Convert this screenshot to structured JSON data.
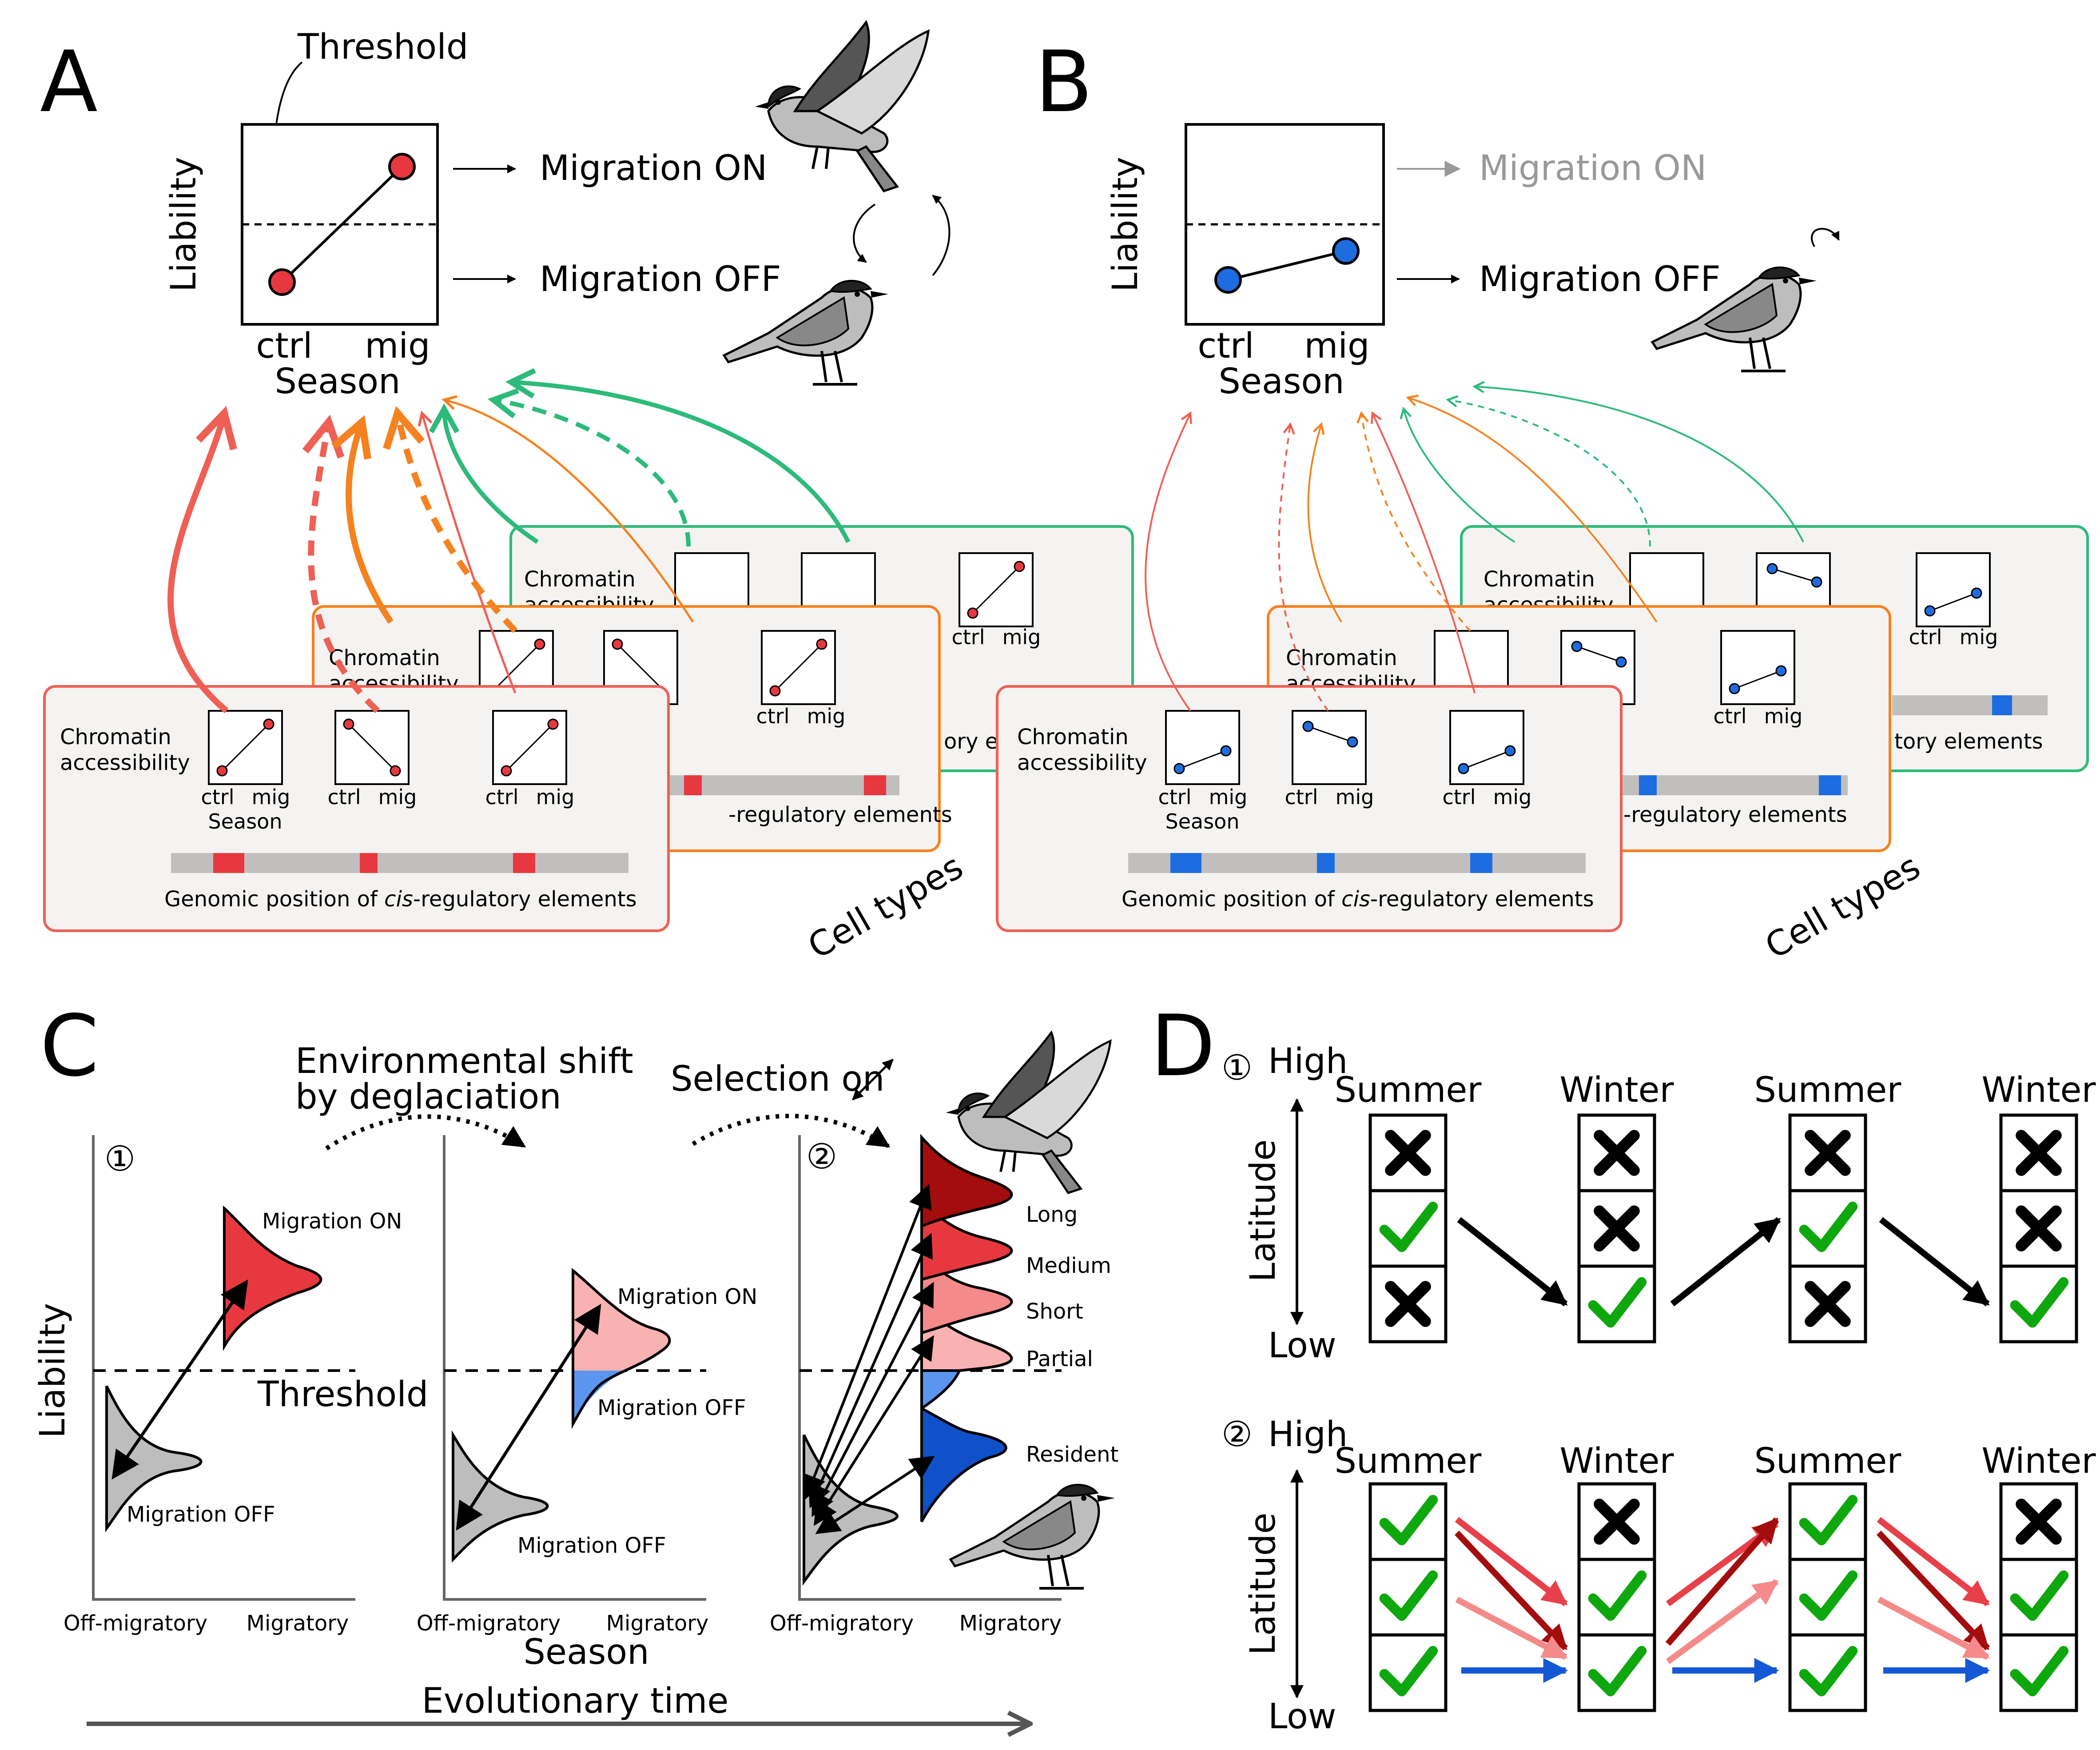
{
  "panel_a": {
    "label": "A",
    "threshold": "Threshold",
    "liability": "Liability",
    "ctrl": "ctrl",
    "mig": "mig",
    "season": "Season",
    "migration_on": "Migration ON",
    "migration_off": "Migration OFF",
    "chromatin": "Chromatin",
    "accessibility": "accessibility",
    "genomic_pre": "Genomic position of ",
    "cis": "cis",
    "genomic_post": "-regulatory elements",
    "regulatory_partial": "-regulatory elements",
    "regulatory_partial_back": "ory elements",
    "cell_types": "Cell types"
  },
  "panel_b": {
    "label": "B",
    "liability": "Liability",
    "ctrl": "ctrl",
    "mig": "mig",
    "season": "Season",
    "migration_on": "Migration ON",
    "migration_off": "Migration OFF",
    "chromatin": "Chromatin",
    "accessibility": "accessibility",
    "genomic_pre": "Genomic position of ",
    "cis": "cis",
    "genomic_post": "-regulatory elements",
    "regulatory_partial": "-regulatory elements",
    "regulatory_partial_back": "tory elements",
    "cell_types": "Cell types"
  },
  "panel_c": {
    "label": "C",
    "circle_1": "①",
    "circle_2": "②",
    "env_shift_1": "Environmental shift",
    "env_shift_2": "by deglaciation",
    "selection_on": "Selection on",
    "liability": "Liability",
    "threshold": "Threshold",
    "migration_on": "Migration ON",
    "migration_off": "Migration OFF",
    "off_migratory": "Off-migratory",
    "migratory": "Migratory",
    "season": "Season",
    "long": "Long",
    "medium": "Medium",
    "short": "Short",
    "partial": "Partial",
    "resident": "Resident",
    "evolutionary_time": "Evolutionary time"
  },
  "panel_d": {
    "label": "D",
    "circle_1": "①",
    "circle_2": "②",
    "high": "High",
    "low": "Low",
    "latitude": "Latitude",
    "s1_col1": "Summer",
    "s1_col2": "Winter",
    "s1_col3": "Summer",
    "s1_col4": "Winter",
    "s2_col1": "Summer",
    "s2_col2": "Winter",
    "s2_col3": "Summer",
    "s2_col4": "Winter",
    "scenario_1_grid": [
      [
        "cross",
        "check",
        "cross"
      ],
      [
        "cross",
        "cross",
        "check"
      ],
      [
        "cross",
        "check",
        "cross"
      ],
      [
        "cross",
        "cross",
        "check"
      ]
    ],
    "scenario_2_grid": [
      [
        "check",
        "check",
        "check"
      ],
      [
        "cross",
        "check",
        "check"
      ],
      [
        "check",
        "check",
        "check"
      ],
      [
        "cross",
        "check",
        "check"
      ]
    ]
  },
  "colors": {
    "red": "#e8383f",
    "blue": "#1e6de0",
    "orange": "#f58220",
    "green": "#2dba7a",
    "check": "#0ea80e",
    "dark_red": "#a30d0d",
    "pink": "#f58a8a"
  }
}
